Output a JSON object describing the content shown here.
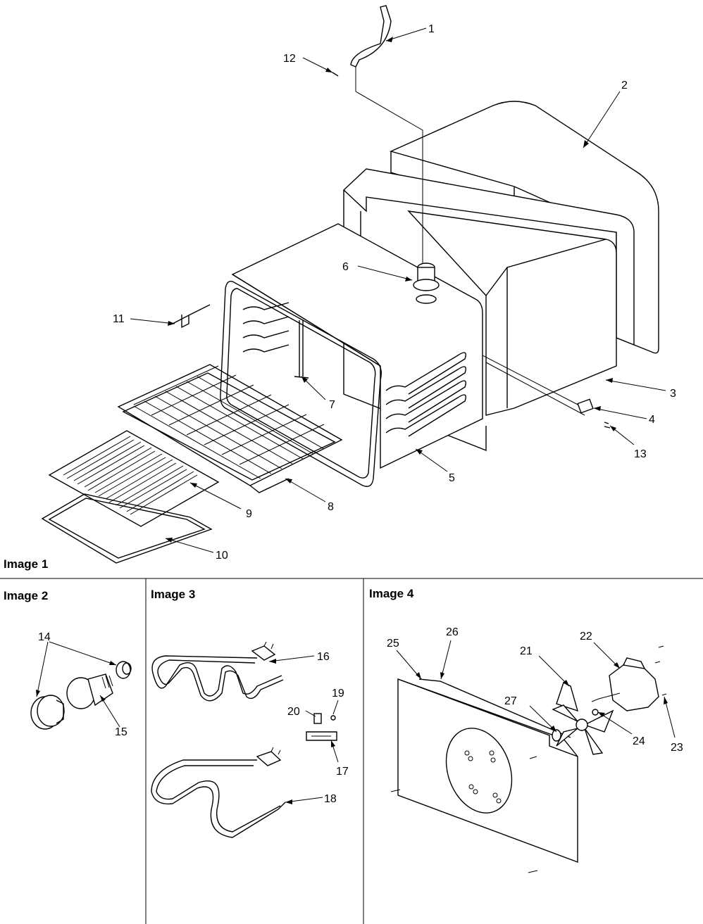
{
  "panels": [
    {
      "id": "image1",
      "label": "Image 1"
    },
    {
      "id": "image2",
      "label": "Image 2"
    },
    {
      "id": "image3",
      "label": "Image 3"
    },
    {
      "id": "image4",
      "label": "Image 4"
    }
  ],
  "callouts": [
    "1",
    "2",
    "3",
    "4",
    "5",
    "6",
    "7",
    "8",
    "9",
    "10",
    "11",
    "12",
    "13",
    "14",
    "15",
    "16",
    "17",
    "18",
    "19",
    "20",
    "21",
    "22",
    "23",
    "24",
    "25",
    "26",
    "27"
  ]
}
